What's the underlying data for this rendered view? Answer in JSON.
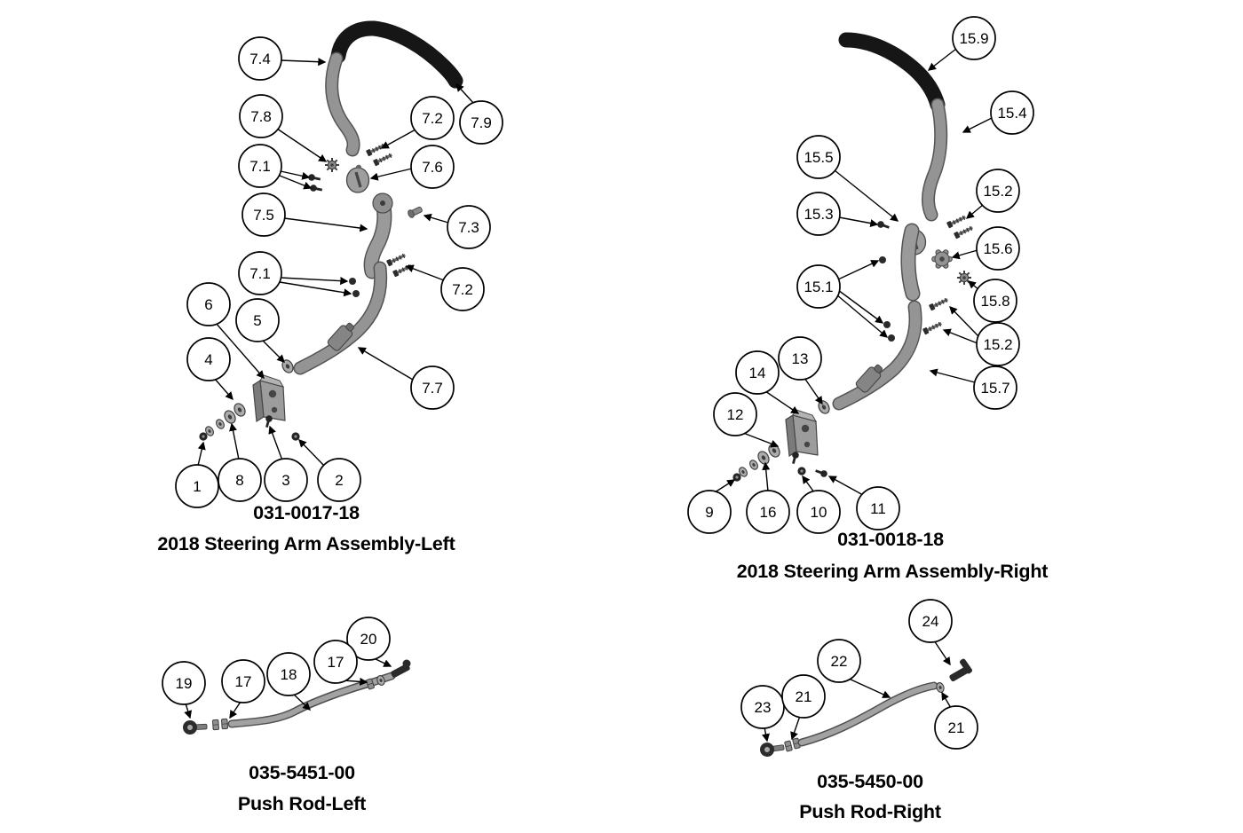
{
  "colors": {
    "background": "#ffffff",
    "line": "#000000",
    "part_gray": "#949494",
    "part_black": "#161616"
  },
  "assemblies": [
    {
      "name": "steering-arm-assembly-left",
      "part_number": "031-0017-18",
      "title": "2018 Steering Arm Assembly-Left",
      "callouts": [
        "7.4",
        "7.8",
        "7.2",
        "7.9",
        "7.1",
        "7.6",
        "7.5",
        "7.3",
        "7.1",
        "7.2",
        "6",
        "5",
        "4",
        "7.7",
        "1",
        "8",
        "3",
        "2"
      ]
    },
    {
      "name": "steering-arm-assembly-right",
      "part_number": "031-0018-18",
      "title": "2018 Steering Arm Assembly-Right",
      "callouts": [
        "15.9",
        "15.4",
        "15.5",
        "15.2",
        "15.3",
        "15.6",
        "15.1",
        "15.8",
        "15.2",
        "13",
        "14",
        "15.7",
        "12",
        "9",
        "16",
        "10",
        "11"
      ]
    },
    {
      "name": "push-rod-left",
      "part_number": "035-5451-00",
      "title": "Push Rod-Left",
      "callouts": [
        "20",
        "17",
        "18",
        "17",
        "19"
      ]
    },
    {
      "name": "push-rod-right",
      "part_number": "035-5450-00",
      "title": "Push Rod-Right",
      "callouts": [
        "24",
        "22",
        "23",
        "21",
        "21"
      ]
    }
  ]
}
